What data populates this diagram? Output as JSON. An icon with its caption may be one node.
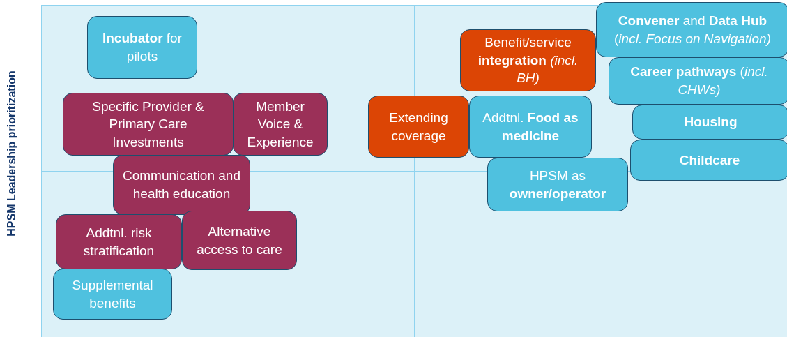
{
  "diagram": {
    "nodes": [
      {
        "text": [
          "**Incubator** for pilots"
        ]
      },
      {
        "text": [
          "Specific Provider & Primary Care Investments"
        ]
      },
      {
        "text": [
          "Member Voice & Experience"
        ]
      },
      {
        "text": [
          "Communication and health education"
        ]
      },
      {
        "text": [
          "Addtnl. risk stratification"
        ]
      },
      {
        "text": [
          "Alternative access to care"
        ]
      },
      {
        "text": [
          "Supplemental benefits"
        ]
      },
      {
        "text": [
          "**Convener** and **Data Hub** (*incl. Focus on Navigation)*"
        ]
      },
      {
        "text": [
          "Benefit/service **integration** *(incl. BH)*"
        ]
      },
      {
        "text": [
          "**Career pathways** (*incl. CHWs)*"
        ]
      },
      {
        "text": [
          "Housing"
        ]
      },
      {
        "text": [
          "Childcare"
        ]
      },
      {
        "text": [
          "Extending coverage"
        ]
      },
      {
        "text": [
          "Addtnl. **Food as medicine**"
        ]
      },
      {
        "text": [
          "HPSM as **owner/operator**"
        ]
      }
    ],
    "labels": [
      "HPSM Leadership prioritization"
    ]
  }
}
